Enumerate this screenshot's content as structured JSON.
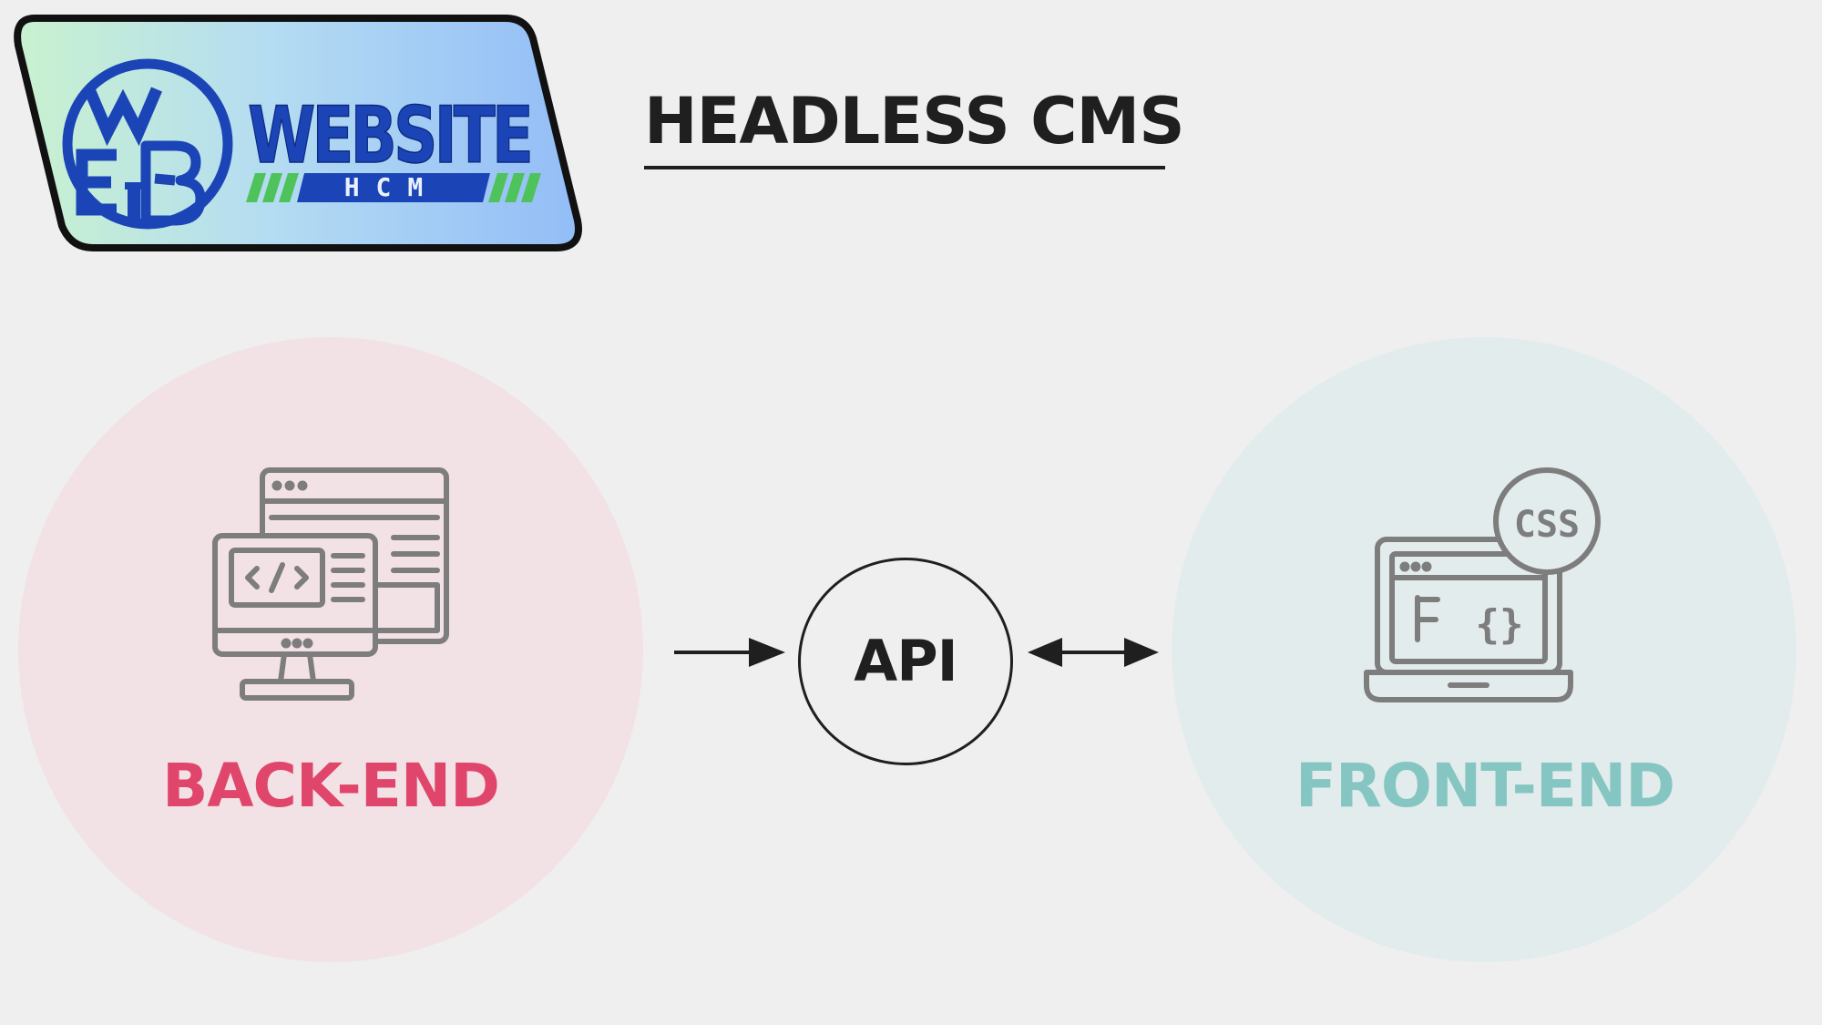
{
  "logo": {
    "name": "WEBSITE",
    "sub": "HCM",
    "letters": [
      "W",
      "E",
      "B"
    ]
  },
  "title": "HEADLESS CMS",
  "backend": {
    "label": "BACK-END",
    "code_glyph": "</>",
    "color": "#e0466b",
    "circle_color": "#f2e2e5"
  },
  "api": {
    "label": "API"
  },
  "frontend": {
    "label": "FRONT-END",
    "badge": "CSS",
    "brace_glyph": "{}",
    "color": "#86c6c2",
    "circle_color": "#e3ecec"
  },
  "colors": {
    "background": "#efefef",
    "text": "#1f1f1f",
    "icon_gray": "#7d7d7d",
    "logo_blue": "#1b45b6",
    "logo_green": "#4fc35b"
  },
  "icons": {
    "backend": "developer-computer-icon",
    "frontend": "laptop-css-icon",
    "arrow_left": "arrow-right-icon",
    "arrow_right": "double-arrow-icon"
  }
}
